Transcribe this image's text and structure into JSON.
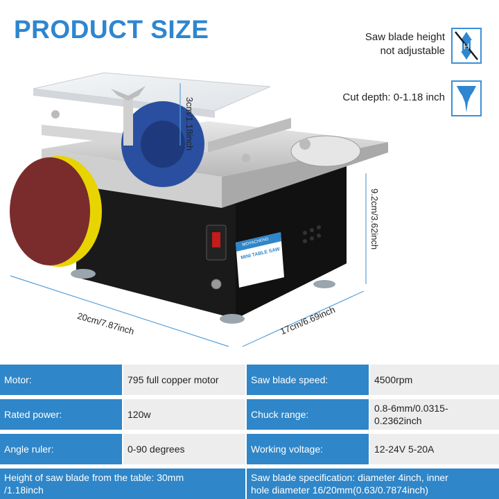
{
  "title": "PRODUCT SIZE",
  "features": [
    {
      "text_line1": "Saw blade height",
      "text_line2": "not adjustable",
      "icon": "blade-height-not-adjustable-icon"
    },
    {
      "text": "Cut depth: 0-1.18 inch",
      "icon": "cut-depth-icon"
    }
  ],
  "dimensions": {
    "blade_height": "3cm/1.18inch",
    "height": "9.2cm/3.62inch",
    "length": "20cm/7.87inch",
    "width": "17cm/6.69inch"
  },
  "product": {
    "label_brand": "MOYACHENG",
    "label_title": "MINI TABLE SAW"
  },
  "specs": [
    {
      "label": "Motor:",
      "value": "795 full copper motor",
      "label2": "Saw blade speed:",
      "value2": "4500rpm"
    },
    {
      "label": "Rated power:",
      "value": "120w",
      "label2": "Chuck range:",
      "value2_line1": "0.8-6mm/0.0315-",
      "value2_line2": "0.2362inch"
    },
    {
      "label": "Angle ruler:",
      "value": "0-90 degrees",
      "label2": "Working voltage:",
      "value2": "12-24V 5-20A"
    }
  ],
  "specs_wide": {
    "left_line1": "Height of saw blade from the table: 30mm",
    "left_line2": "/1.18inch",
    "right_line1": "Saw blade specification: diameter 4inch, inner",
    "right_line2": "hole diameter 16/20mm(0.63/0.7874inch)"
  },
  "colors": {
    "accent": "#2e86d0",
    "spec_label_bg": "#2f86c8",
    "spec_value_bg": "#ededed"
  }
}
